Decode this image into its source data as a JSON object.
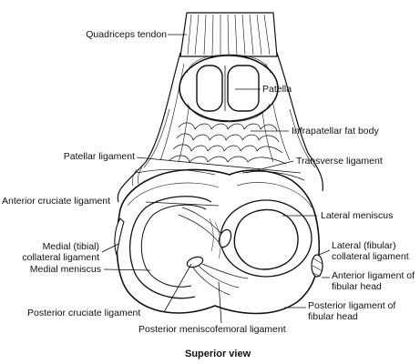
{
  "labels": {
    "quadriceps_tendon": "Quadriceps tendon",
    "patella": "Patella",
    "infrapatellar_fat_body": "Infrapatellar fat body",
    "patellar_ligament": "Patellar ligament",
    "transverse_ligament": "Transverse ligament",
    "anterior_cruciate_ligament": "Anterior cruciate ligament",
    "lateral_meniscus": "Lateral meniscus",
    "medial_collateral_ligament": [
      "Medial (tibial)",
      "collateral ligament"
    ],
    "lateral_collateral_ligament": [
      "Lateral (fibular)",
      "collateral ligament"
    ],
    "medial_meniscus": "Medial meniscus",
    "anterior_ligament_fibular_head": [
      "Anterior ligament of",
      "fibular head"
    ],
    "posterior_ligament_fibular_head": [
      "Posterior ligament of",
      "fibular head"
    ],
    "posterior_cruciate_ligament": "Posterior cruciate ligament",
    "posterior_meniscofemoral_ligament": "Posterior meniscofemoral ligament"
  },
  "caption": "Superior view",
  "colors": {
    "line": "#111111",
    "background": "#ffffff"
  }
}
